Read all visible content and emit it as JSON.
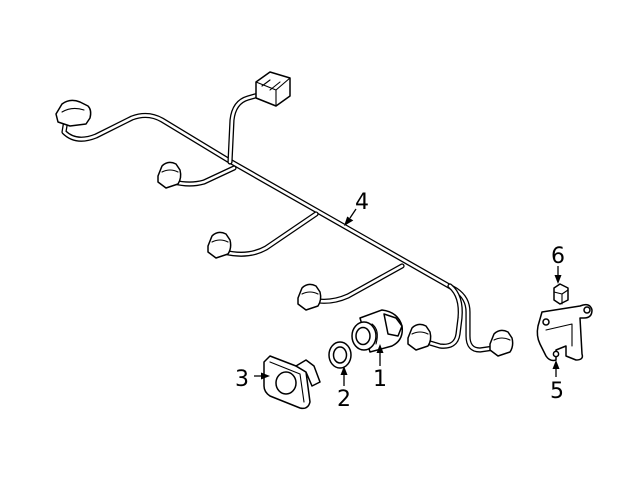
{
  "callouts": {
    "sensor": "1",
    "seal_ring": "2",
    "mount_bracket": "3",
    "wiring_harness": "4",
    "retainer_bracket": "5",
    "clip": "6"
  },
  "colors": {
    "line": "#000000",
    "background": "#ffffff"
  }
}
